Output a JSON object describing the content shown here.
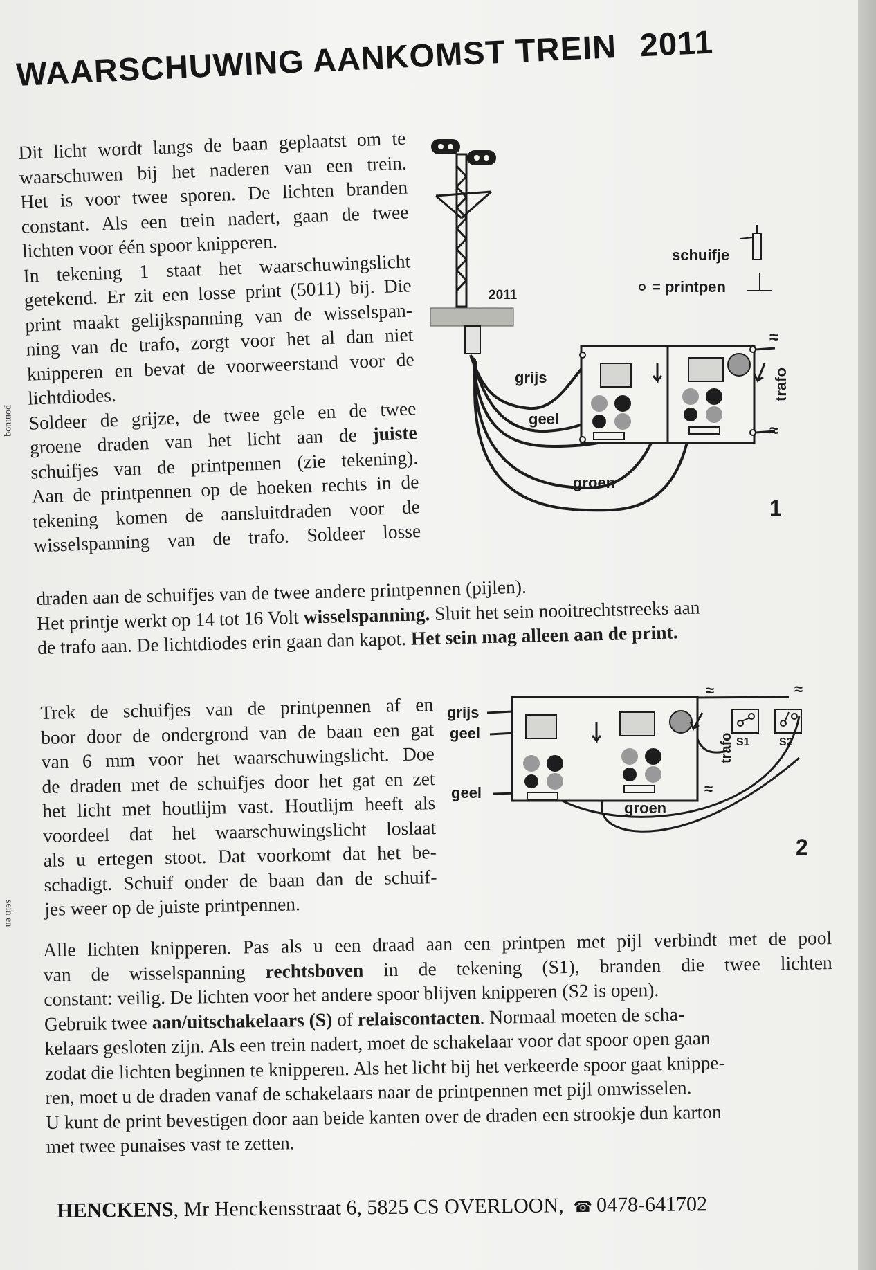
{
  "title": "WAARSCHUWING AANKOMST TREIN",
  "title_year": "2011",
  "para1_lines": [
    "Dit licht wordt langs de baan geplaatst om te",
    "waarschuwen bij het naderen van een trein.",
    "Het is voor twee sporen. De lichten branden",
    "constant. Als een trein nadert, gaan de twee",
    "lichten voor één spoor knipperen.",
    "In tekening 1 staat het waarschuwingslicht",
    "getekend. Er zit een losse print (5011) bij. Die",
    "print maakt gelijkspanning van de wisselspan-",
    "ning van de trafo, zorgt voor het al dan niet",
    "knipperen en bevat de voorweerstand voor de",
    "lichtdiodes.",
    "Soldeer de grijze, de twee gele en de twee",
    "groene draden van het licht aan de",
    "schuifjes van de printpennen (zie tekening).",
    "Aan de printpennen op de hoeken rechts in de",
    "tekening komen de aansluitdraden voor de",
    "wisselspanning van de trafo. Soldeer losse",
    "draden aan de schuifjes van de twee andere printpennen (pijlen).",
    "Het printje werkt op 14 tot 16 Volt",
    "Sluit het sein nooitrechtstreeks aan",
    "de trafo aan. De lichtdiodes erin gaan dan kapot."
  ],
  "bold": {
    "juiste": "juiste",
    "wisselspanning": "wisselspanning.",
    "sein_print": "Het sein mag alleen aan de print.",
    "rechtsboven": "rechtsboven",
    "schakelaars": "aan/uitschakelaars (S)",
    "relais": "relaiscontacten"
  },
  "para2_lines": [
    "Trek de schuifjes van de printpennen af en",
    "boor door de ondergrond van de baan een gat",
    "van 6 mm voor het waarschuwingslicht. Doe",
    "de draden met de schuifjes door het gat en zet",
    "het licht met houtlijm vast. Houtlijm heeft als",
    "voordeel dat het waarschuwingslicht loslaat",
    "als u ertegen stoot. Dat voorkomt dat het be-",
    "schadigt. Schuif onder de baan dan de schuif-",
    "jes weer op de juiste printpennen."
  ],
  "para3_lines": [
    "Alle lichten knipperen. Pas als u een draad aan een printpen met pijl verbindt met de pool",
    "van de wisselspanning",
    "in de tekening (S1), branden die twee lichten",
    "constant: veilig. De lichten voor het andere spoor blijven knipperen (S2 is open).",
    "Gebruik twee",
    "of",
    ". Normaal moeten de scha-",
    "kelaars gesloten zijn. Als een trein nadert, moet de schakelaar voor dat spoor open gaan",
    "zodat die lichten beginnen te knipperen. Als het licht bij het verkeerde spoor gaat knippe-",
    "ren, moet u de draden vanaf de schakelaars naar de printpennen met pijl omwisselen.",
    "U kunt de print bevestigen door aan beide kanten over de draden een strookje dun karton",
    "met twee punaises vast te zetten."
  ],
  "diagram1": {
    "label_2011": "2011",
    "label_schuifje": "schuifje",
    "label_printpen": "= printpen",
    "label_grijs": "grijs",
    "label_geel": "geel",
    "label_groen": "groen",
    "label_trafo": "trafo",
    "tilde": "≈",
    "number": "1"
  },
  "diagram2": {
    "label_grijs": "grijs",
    "label_geel_top": "geel",
    "label_geel_bottom": "geel",
    "label_groen": "groen",
    "label_trafo": "trafo",
    "label_s1": "S1",
    "label_s2": "S2",
    "tilde": "≈",
    "number": "2"
  },
  "footer": {
    "company": "HENCKENS",
    "address": ", Mr Henckensstraat 6,  5825 CS OVERLOON,",
    "phone_icon": "telephone-icon",
    "phone": "0478-641702"
  },
  "margin_notes": [
    "pomuoq",
    "sein en"
  ]
}
